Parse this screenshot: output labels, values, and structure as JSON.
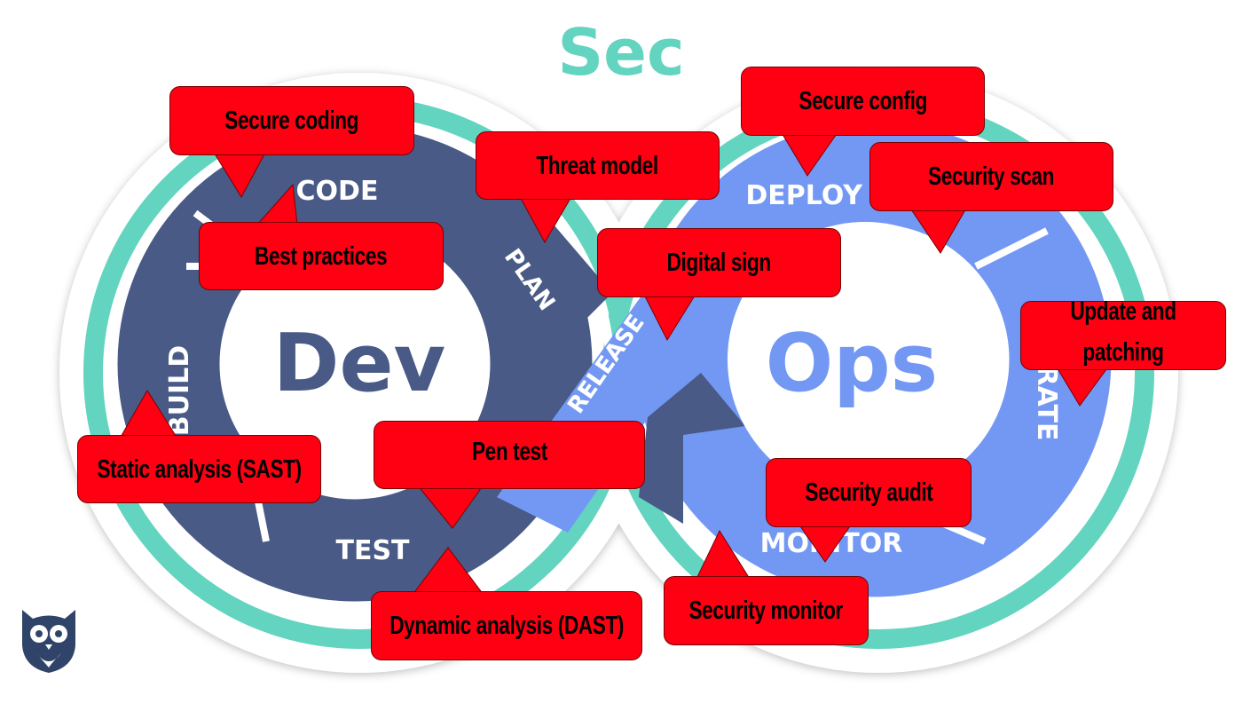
{
  "title": "Sec",
  "loops": {
    "left": {
      "label": "Dev",
      "stages": [
        "CODE",
        "BUILD",
        "TEST",
        "PLAN"
      ]
    },
    "right": {
      "label": "Ops",
      "stages": [
        "DEPLOY",
        "OPERATE",
        "MONITOR"
      ]
    },
    "bridge": "RELEASE"
  },
  "callouts": [
    {
      "text": "Secure coding"
    },
    {
      "text": "Best practices"
    },
    {
      "text": "Threat model"
    },
    {
      "text": "Digital sign"
    },
    {
      "text": "Secure config"
    },
    {
      "text": "Security scan"
    },
    {
      "text": "Update and patching"
    },
    {
      "text": "Static analysis (SAST)"
    },
    {
      "text": "Pen test"
    },
    {
      "text": "Dynamic analysis (DAST)"
    },
    {
      "text": "Security audit"
    },
    {
      "text": "Security monitor"
    }
  ],
  "colors": {
    "dev": "#485a85",
    "ops": "#7398f4",
    "sec": "#63d4bf",
    "callout": "#ff0013"
  },
  "logo": "owl-logo"
}
